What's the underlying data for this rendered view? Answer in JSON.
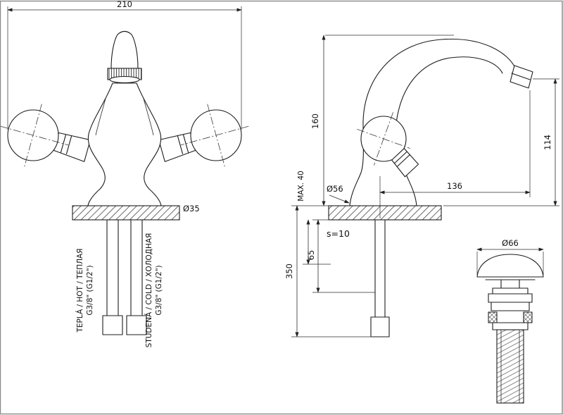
{
  "front_view": {
    "dim_overall_width": "210",
    "dim_shank_diameter": "Ø35",
    "hot_label": "TEPLÁ / HOT / ТЕПЛАЯ",
    "hot_thread": "G3/8\" (G1/2\")",
    "cold_label": "STUDENÁ / COLD / ХОЛОДНАЯ",
    "cold_thread": "G3/8\" (G1/2\")"
  },
  "side_view": {
    "dim_height_to_top": "160",
    "dim_outlet_height": "114",
    "dim_spout_reach": "136",
    "dim_base_diameter": "Ø56",
    "dim_max_deck_thickness": "MAX. 40",
    "dim_plate_thickness": "s=10",
    "dim_shank_length": "65",
    "dim_supply_length": "350"
  },
  "drain": {
    "dim_cap_diameter": "Ø66"
  }
}
